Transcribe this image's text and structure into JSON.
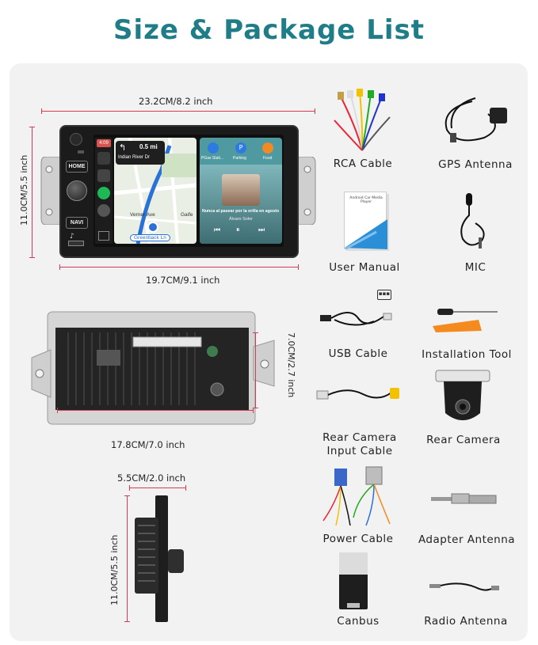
{
  "title": "Size & Package List",
  "dimensions": {
    "front_width": "23.2CM/8.2 inch",
    "front_height": "11.0CM/5.5 inch",
    "screen_width": "19.7CM/9.1 inch",
    "back_width": "17.8CM/7.0 inch",
    "back_height": "7.0CM/2.7 inch",
    "side_depth": "5.5CM/2.0 inch",
    "side_height": "11.0CM/5.5 inch"
  },
  "stereo": {
    "buttons": [
      "HOME",
      "NAVI"
    ],
    "nav_distance": "0.5 mi",
    "nav_street": "Indian River Dr",
    "map_label_1": "Verner Ave",
    "map_label_2": "Gaife",
    "map_road": "Greenback Ln",
    "app_1": "PGas Stati...",
    "app_2": "Parking",
    "app_3": "Food",
    "song_title": "Nunca al pasear por la orilla en agosto",
    "artist": "Álvaro Soler",
    "clock": "4:09",
    "colors": {
      "screen_bg": "#1b1b1b",
      "map_bg": "#e9efe4",
      "route": "#2a72d6",
      "accent": "#1f7d87"
    }
  },
  "items": [
    "RCA Cable",
    "GPS Antenna",
    "User Manual",
    "MIC",
    "USB Cable",
    "Installation Tool",
    "Rear Camera\nInput Cable",
    "Rear Camera",
    "Power Cable",
    "Adapter Antenna",
    "Canbus",
    "Radio Antenna"
  ],
  "manual_cover_text": "Android Car Media Player"
}
